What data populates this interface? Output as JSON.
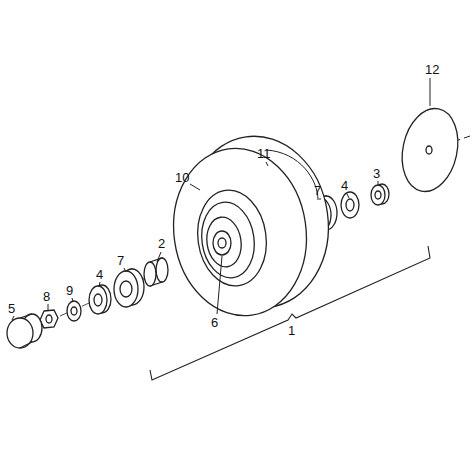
{
  "diagram": {
    "labels": [
      "12",
      "11",
      "10",
      "7",
      "4",
      "3",
      "2",
      "7",
      "4",
      "9",
      "8",
      "5",
      "6",
      "1"
    ]
  }
}
